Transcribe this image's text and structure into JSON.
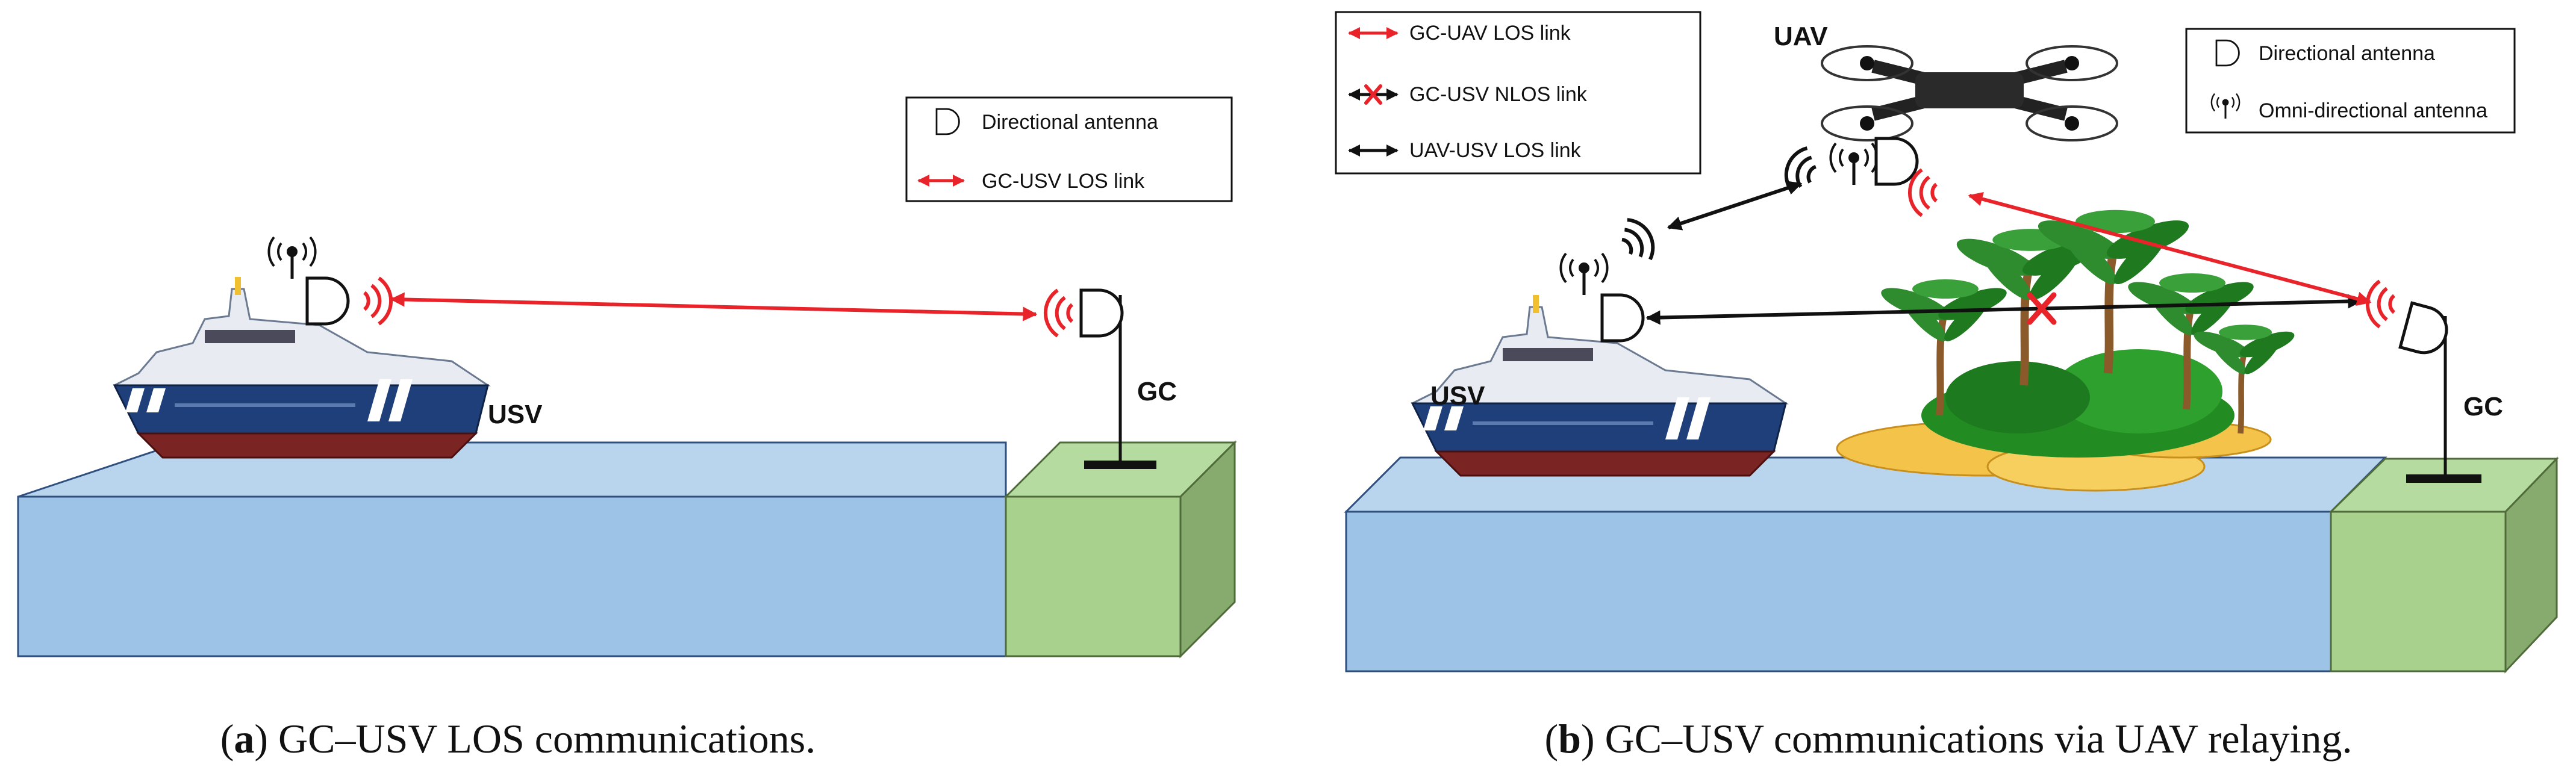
{
  "panel_a": {
    "legend": {
      "directional_antenna": "Directional antenna",
      "los_link": "GC-USV LOS link"
    },
    "labels": {
      "usv": "USV",
      "gc": "GC"
    },
    "caption": {
      "letter": "a",
      "text": "GC–USV LOS communications."
    }
  },
  "panel_b": {
    "legend_links": {
      "gc_uav_los": "GC-UAV LOS link",
      "gc_usv_nlos": "GC-USV NLOS link",
      "uav_usv_los": "UAV-USV LOS link"
    },
    "legend_antennas": {
      "directional_antenna": "Directional antenna",
      "omni_antenna": "Omni-directional antenna"
    },
    "labels": {
      "usv": "USV",
      "uav": "UAV",
      "gc": "GC"
    },
    "caption": {
      "letter": "b",
      "text": "GC–USV communications via UAV relaying."
    }
  },
  "colors": {
    "los_red": "#e8242a",
    "link_black": "#111111",
    "water_front": "#9dc3e6",
    "water_top": "#b9d5ee",
    "land_front": "#a9d18e",
    "land_side": "#87ab6f",
    "hull_blue": "#1f3f7a",
    "hull_red": "#7a2424"
  }
}
